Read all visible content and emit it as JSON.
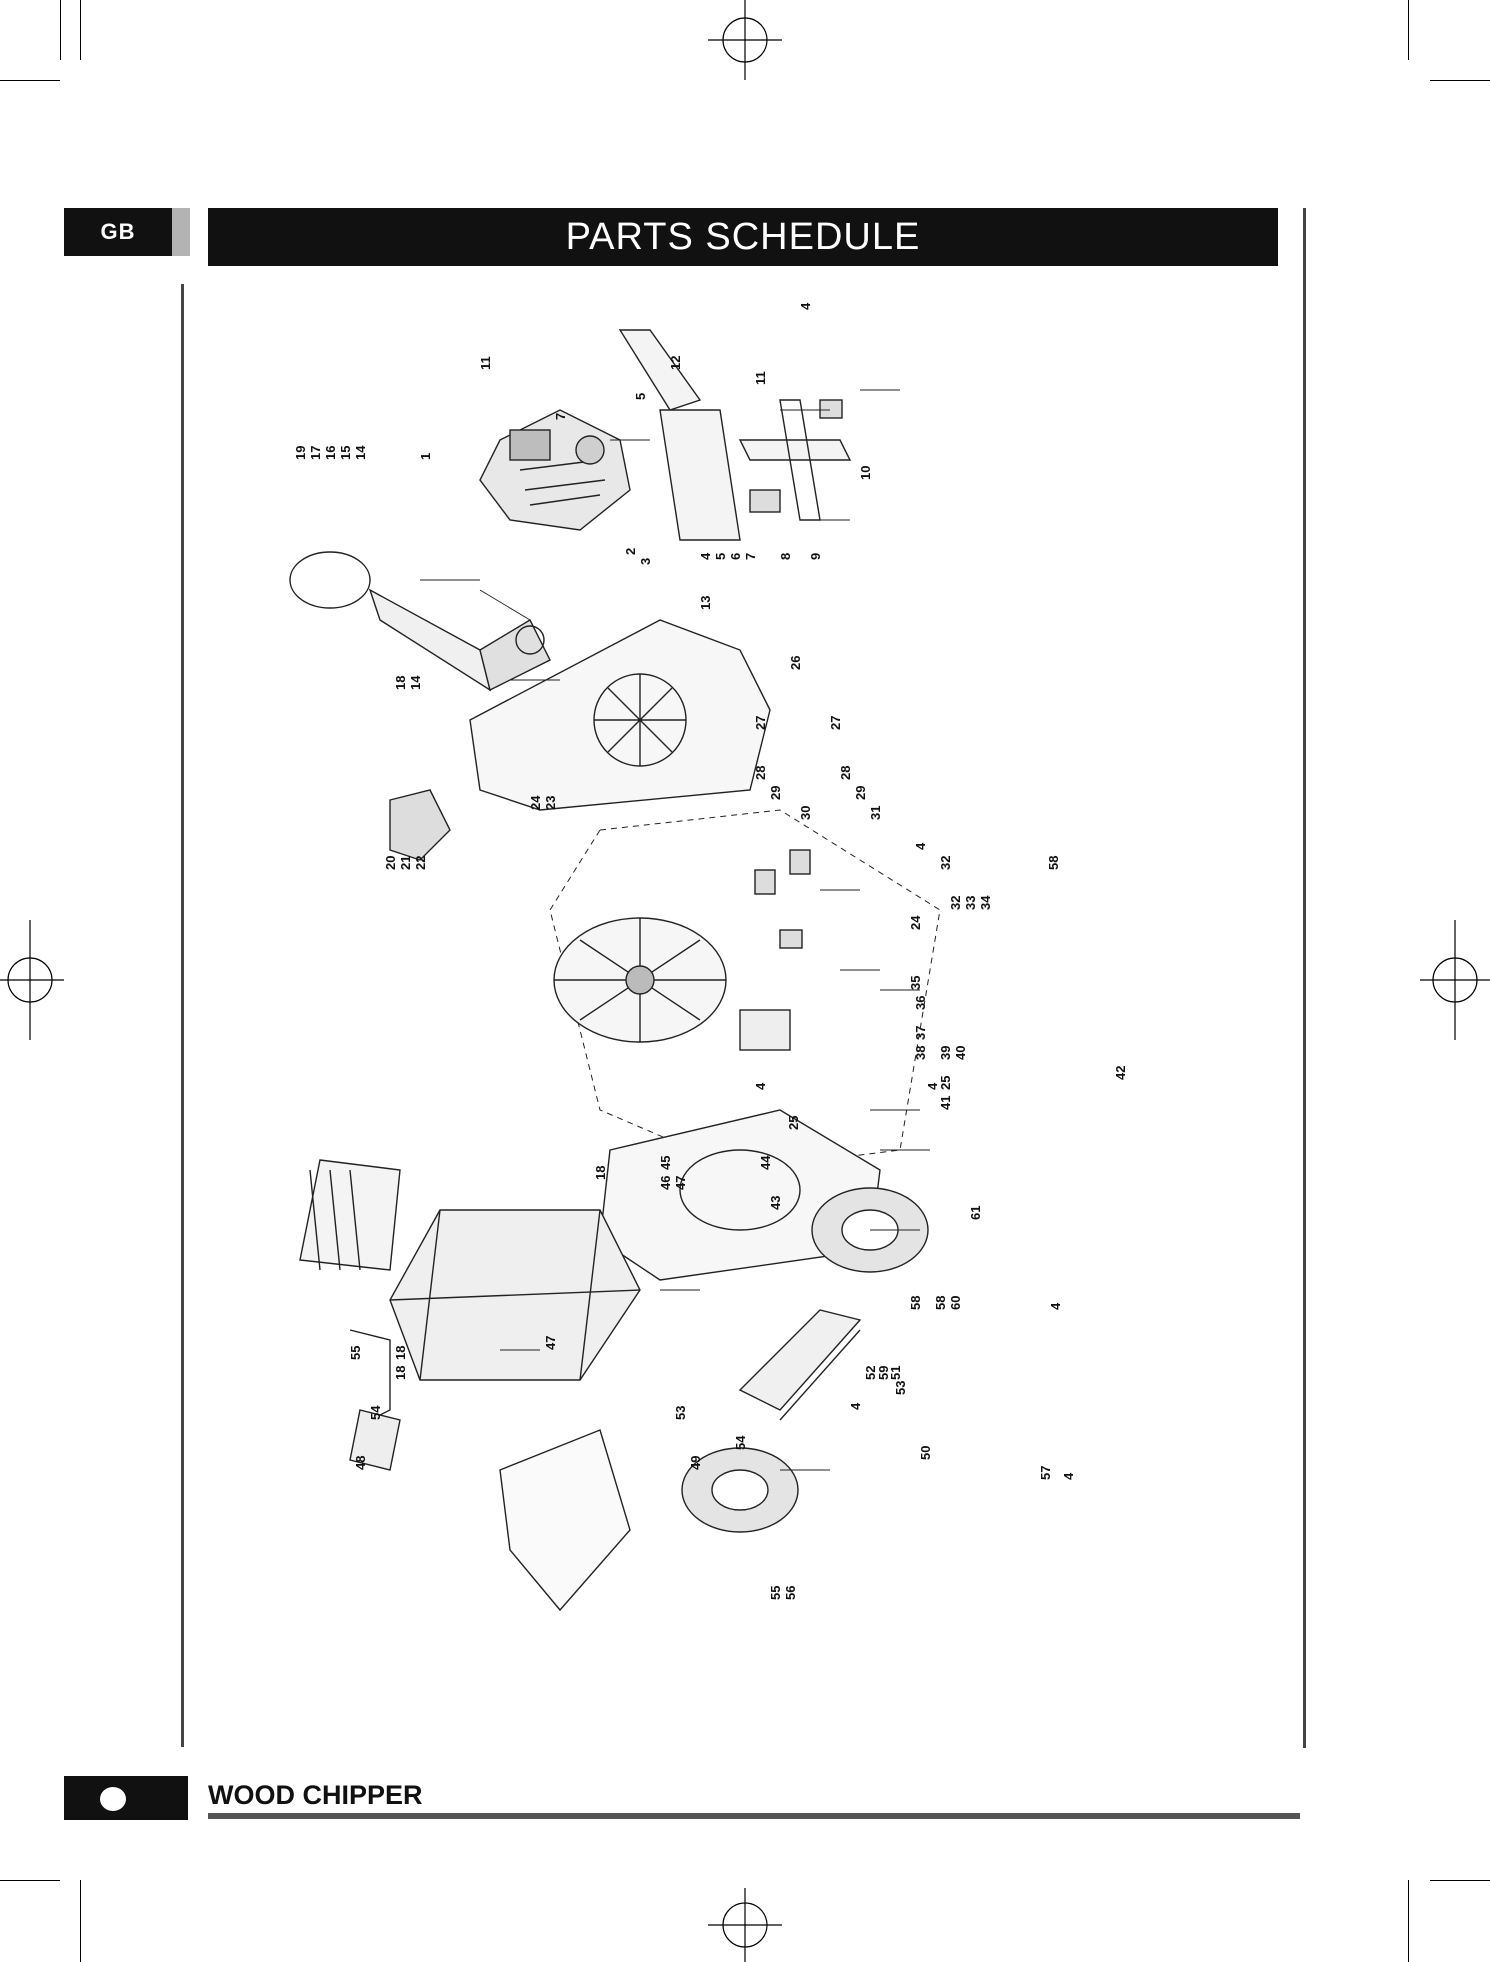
{
  "header": {
    "language_tab": "GB",
    "title": "PARTS SCHEDULE"
  },
  "footer": {
    "product": "WOOD CHIPPER"
  },
  "diagram": {
    "callouts": [
      "1",
      "2",
      "3",
      "4",
      "4",
      "4",
      "4",
      "4",
      "4",
      "4",
      "4",
      "5",
      "5",
      "6",
      "7",
      "7",
      "8",
      "9",
      "10",
      "11",
      "11",
      "12",
      "13",
      "14",
      "14",
      "15",
      "16",
      "17",
      "18",
      "18",
      "18",
      "18",
      "19",
      "20",
      "21",
      "22",
      "23",
      "24",
      "24",
      "25",
      "25",
      "26",
      "27",
      "27",
      "28",
      "28",
      "29",
      "29",
      "30",
      "31",
      "32",
      "32",
      "33",
      "34",
      "35",
      "36",
      "37",
      "38",
      "39",
      "40",
      "41",
      "42",
      "43",
      "44",
      "45",
      "46",
      "47",
      "47",
      "48",
      "49",
      "50",
      "51",
      "52",
      "53",
      "53",
      "54",
      "54",
      "55",
      "55",
      "56",
      "57",
      "58",
      "58",
      "58",
      "59",
      "60",
      "61"
    ]
  }
}
